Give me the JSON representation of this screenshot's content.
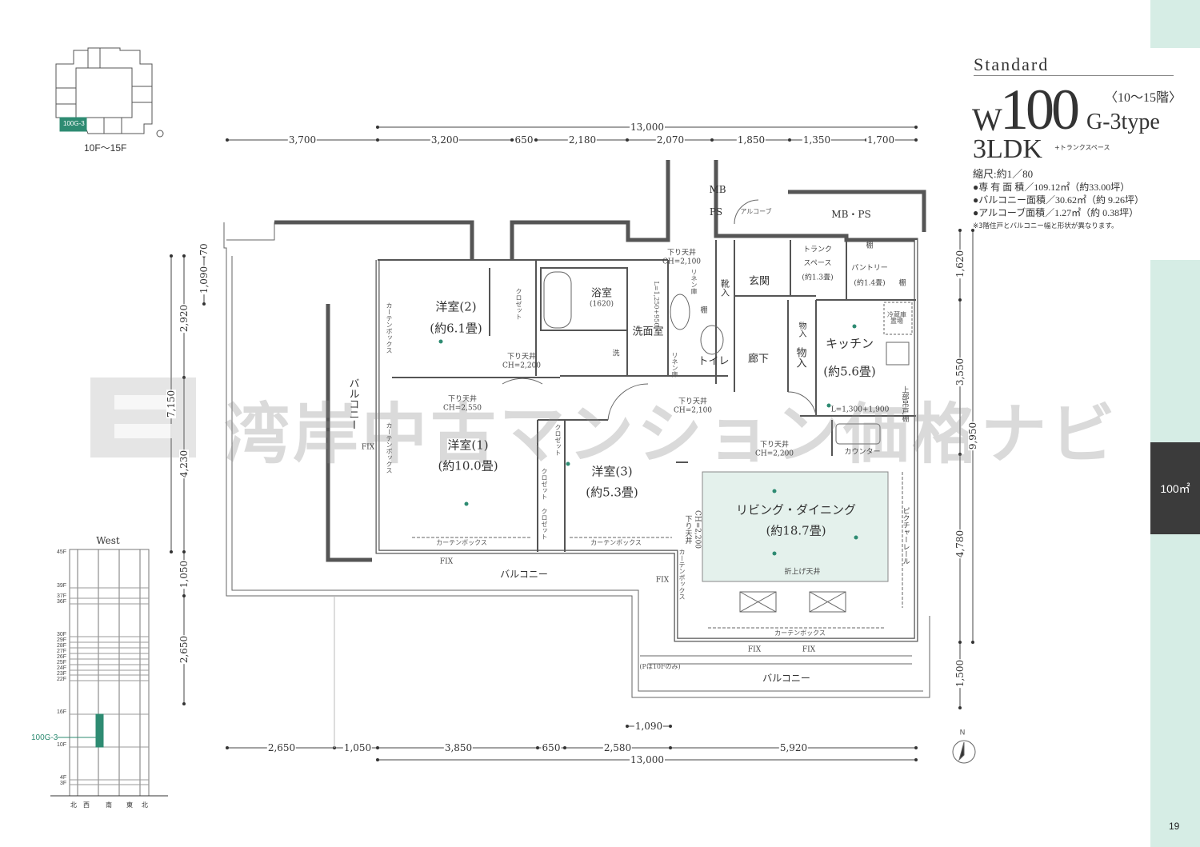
{
  "colors": {
    "accent": "#2e8b72",
    "strip": "#d6ede5",
    "tab": "#3b3b3b",
    "line": "#555555"
  },
  "header": {
    "series": "Standard",
    "prefix": "W",
    "size": "100",
    "floors": "〈10〜15階〉",
    "type": "G-3type",
    "layout": "3LDK",
    "extra": "+トランクスペース",
    "scale": "縮尺:約1／80",
    "areas": [
      {
        "label": "●専 有 面 積／",
        "value": "109.12㎡（約33.00坪）"
      },
      {
        "label": "●バルコニー面積／",
        "value": "30.62㎡（約 9.26坪）"
      },
      {
        "label": "●アルコーブ面積／",
        "value": "1.27㎡（約 0.38坪）"
      }
    ],
    "note": "※3階住戸とバルコニー幅と形状が異なります。"
  },
  "side_tab": {
    "size_label": "100㎡",
    "page_number": "19"
  },
  "key_plan": {
    "unit_label": "100G-3",
    "floors": "10F〜15F"
  },
  "elevation": {
    "title": "West",
    "floors": [
      "45F",
      "39F",
      "37F",
      "36F",
      "30F",
      "29F",
      "28F",
      "27F",
      "26F",
      "25F",
      "24F",
      "23F",
      "22F",
      "16F",
      "10F",
      "4F",
      "3F"
    ],
    "unit_label": "100G-3",
    "unit_range": [
      "10F",
      "15F"
    ],
    "directions": [
      "北",
      "西",
      "南",
      "東",
      "北"
    ]
  },
  "dimensions": {
    "top": [
      "3,700",
      "3,200",
      "650",
      "2,180",
      "2,070",
      "1,850",
      "1,350",
      "1,700"
    ],
    "top_total": "13,000",
    "bottom": [
      "2,650",
      "1,050",
      "3,850",
      "650",
      "2,580",
      "5,920"
    ],
    "bottom_total": "13,000",
    "bottom_extra": "1,090",
    "left": [
      "70",
      "1,090",
      "2,920",
      "7,150",
      "4,230",
      "1,050",
      "2,650"
    ],
    "right": [
      "1,620",
      "3,550",
      "9,950",
      "4,780",
      "1,500"
    ]
  },
  "rooms": {
    "western2": "洋室(2)",
    "western2_size": "(約6.1畳)",
    "bath": "浴室",
    "bath_size": "(1620)",
    "washroom": "洗面室",
    "toilet": "トイレ",
    "entrance": "玄関",
    "hall": "廊下",
    "shoe": "靴入",
    "storage1": "物入",
    "storage2": "物入",
    "trunk1": "トランク",
    "trunk2": "スペース",
    "trunk_size": "(約1.3畳)",
    "pantry": "パントリー",
    "pantry_size": "(約1.4畳)",
    "shelf": "棚",
    "kitchen": "キッチン",
    "kitchen_size": "(約5.6畳)",
    "fridge": "冷蔵庫置場",
    "upper_cabinet": "上部吊戸棚",
    "kitchen_len": "L=1,300+1,900",
    "counter": "カウンター",
    "mbps": "MB・PS",
    "mb": "MB",
    "ps": "PS",
    "alcove": "アルコーブ",
    "western1": "洋室(1)",
    "western1_size": "(約10.0畳)",
    "western3": "洋室(3)",
    "western3_size": "(約5.3畳)",
    "ldk": "リビング・ダイニング",
    "ldk_size": "(約18.7畳)",
    "coffered": "折上げ天井",
    "picture_rail": "ピクチャーレール",
    "balcony": "バルコニー",
    "fix": "FIX",
    "curtain_box": "カーテンボックス",
    "closet": "クロゼット",
    "linen": "リネン庫",
    "drop1": "下り天井",
    "ch2100": "CH=2,100",
    "ch2200": "CH=2,200",
    "ch2550": "CH=2,550",
    "wash_len": "L=1,250+950",
    "wash_mark": "洗",
    "parking_note": "(Pは10Fのみ)",
    "north": "N"
  },
  "watermark": "湾岸中古マンション価格ナビ"
}
